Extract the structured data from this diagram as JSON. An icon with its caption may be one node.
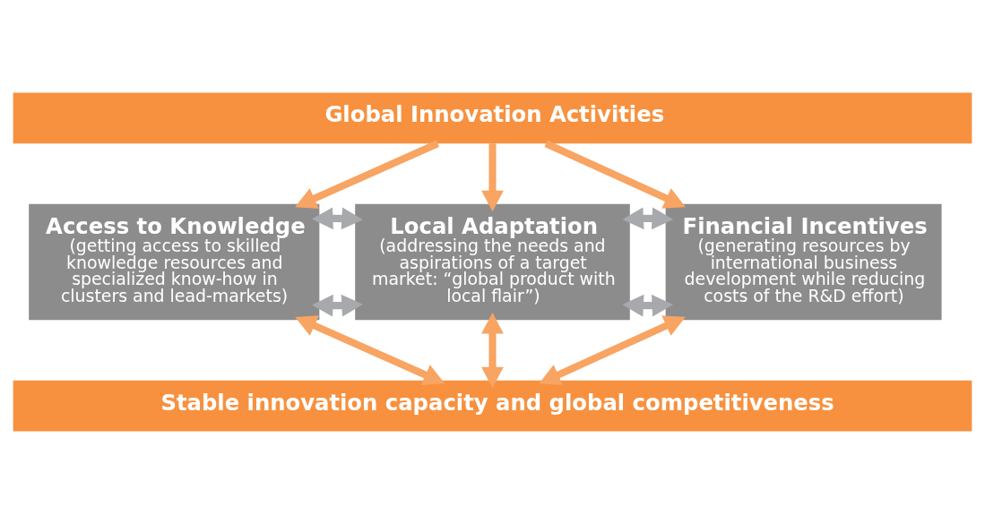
{
  "diagram": {
    "nodes": [
      {
        "text": [
          "Global Innovation Activities"
        ]
      },
      {
        "text": [
          "Access to Knowledge",
          "(getting access to skilled knowledge resources and specialized know-how in clusters and lead-markets)"
        ]
      },
      {
        "text": [
          "Local Adaptation",
          "(addressing the needs and aspirations of a target market: “global product with local flair”)"
        ]
      },
      {
        "text": [
          "Financial Incentives",
          "(generating resources by international business development while reducing costs of the R&D effort)"
        ]
      },
      {
        "text": [
          "Stable innovation capacity and global competitiveness"
        ]
      }
    ],
    "edges": [
      {
        "from": 0,
        "to": 1,
        "arrow": "to"
      },
      {
        "from": 0,
        "to": 2,
        "arrow": "to"
      },
      {
        "from": 0,
        "to": 3,
        "arrow": "to"
      },
      {
        "from": 1,
        "to": 2,
        "arrow": "both",
        "color": "#a7a9ac"
      },
      {
        "from": 2,
        "to": 3,
        "arrow": "both",
        "color": "#a7a9ac"
      },
      {
        "from": 1,
        "to": 4,
        "arrow": "both"
      },
      {
        "from": 1,
        "to": 2,
        "arrow": "both",
        "color": "#a7a9ac"
      },
      {
        "from": 2,
        "to": 4,
        "arrow": "both"
      },
      {
        "from": 2,
        "to": 3,
        "arrow": "both",
        "color": "#a7a9ac"
      },
      {
        "from": 3,
        "to": 4,
        "arrow": "both"
      }
    ]
  }
}
